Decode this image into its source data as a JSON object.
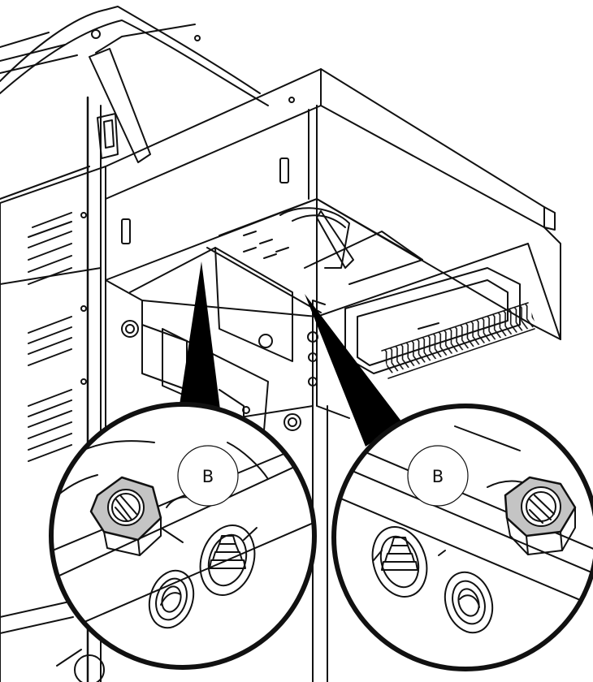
{
  "diagram": {
    "callouts": [
      {
        "id": "left",
        "label": "B"
      },
      {
        "id": "right",
        "label": "B"
      }
    ]
  },
  "colors": {
    "line": "#111111",
    "background": "#ffffff",
    "nut_fill": "#c4c4c4",
    "pointer_fill": "#000000"
  }
}
